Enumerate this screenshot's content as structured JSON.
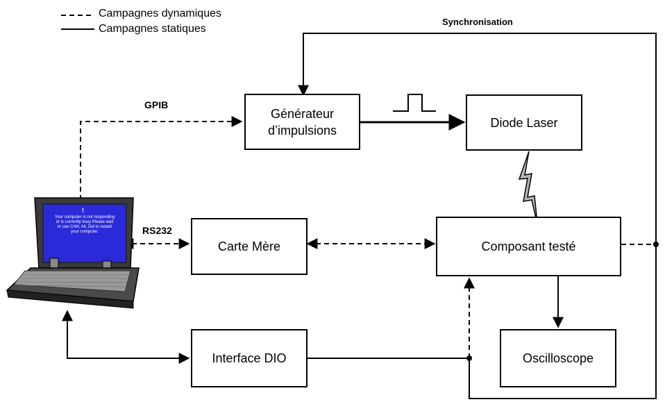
{
  "legend": {
    "dynamic": "Campagnes dynamiques",
    "static": "Campagnes statiques"
  },
  "labels": {
    "synchronisation": "Synchronisation",
    "gpib": "GPIB",
    "rs232": "RS232"
  },
  "boxes": {
    "generateur": "Générateur\nd’impulsions",
    "diode": "Diode Laser",
    "carte_mere": "Carte Mère",
    "composant": "Composant testé",
    "interface_dio": "Interface DIO",
    "oscilloscope": "Oscilloscope"
  },
  "laptop": {
    "screen_message": "Your computer is not responding\nor is currently busy Please wait\nor use Cntrl, Alt, Del to restart\nyour computer.",
    "screen_color": "#2a2ad8"
  }
}
